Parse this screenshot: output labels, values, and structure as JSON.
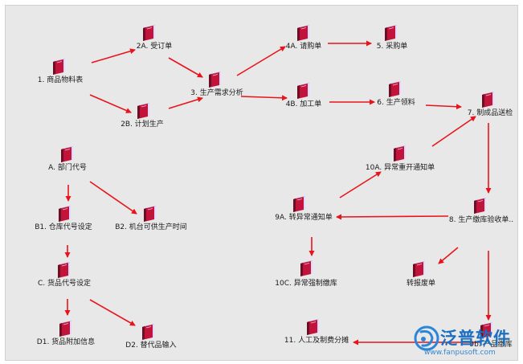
{
  "nodes": [
    {
      "id": "n1",
      "label": "1. 商品物料表"
    },
    {
      "id": "n2a",
      "label": "2A. 受订单"
    },
    {
      "id": "n2b",
      "label": "2B. 计划生产"
    },
    {
      "id": "n3",
      "label": "3. 生产需求分析"
    },
    {
      "id": "n4a",
      "label": "4A. 请购单"
    },
    {
      "id": "n4b",
      "label": "4B. 加工单"
    },
    {
      "id": "n5",
      "label": "5. 采购单"
    },
    {
      "id": "n6",
      "label": "6. 生产领料"
    },
    {
      "id": "n7",
      "label": "7. 制成品送检"
    },
    {
      "id": "nA",
      "label": "A. 部门代号"
    },
    {
      "id": "nB1",
      "label": "B1. 仓库代号设定"
    },
    {
      "id": "nB2",
      "label": "B2. 机台可供生产时间"
    },
    {
      "id": "nC",
      "label": "C. 货品代号设定"
    },
    {
      "id": "nD1",
      "label": "D1. 货品附加信息"
    },
    {
      "id": "nD2",
      "label": "D2. 替代品输入"
    },
    {
      "id": "n8",
      "label": "8. 生产缴库验收单.."
    },
    {
      "id": "n9a",
      "label": "9A. 转异常通知单"
    },
    {
      "id": "n9b",
      "label": "9b. 产品缴库"
    },
    {
      "id": "n10a",
      "label": "10A. 异常重开通知单"
    },
    {
      "id": "n10c",
      "label": "10C. 异常强制缴库"
    },
    {
      "id": "nscrap",
      "label": "转报废单"
    },
    {
      "id": "n11",
      "label": "11. 人工及制费分摊"
    }
  ],
  "colors": {
    "arrow": "#e8141b",
    "book_dark": "#6a0f25",
    "book_red": "#c2143a",
    "book_pages": "#b69ae6"
  },
  "watermark": {
    "brand": "泛普软件",
    "url": "www.fanpusoft.com",
    "icon": "fanpu-logo-icon"
  }
}
